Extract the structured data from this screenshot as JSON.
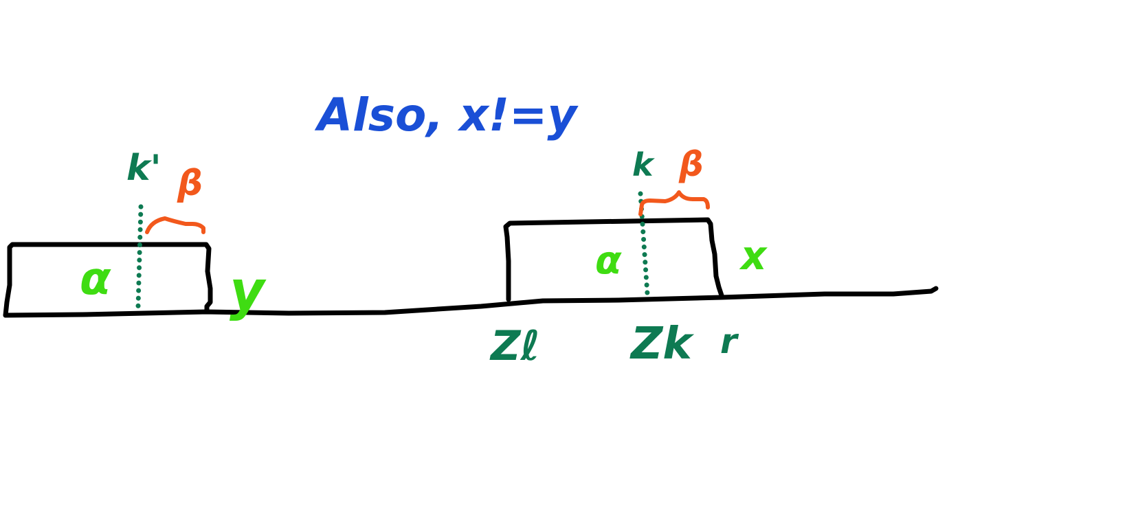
{
  "note": "Also, x!=y",
  "labels": {
    "left": {
      "k": "k'",
      "beta": "β",
      "alpha": "α",
      "y": "y"
    },
    "right": {
      "k": "k",
      "beta": "β",
      "alpha": "α",
      "x": "x",
      "z_l": "Zℓ",
      "z_k": "Zk",
      "r": "r"
    }
  },
  "colors": {
    "ink": "#000000",
    "note": "#1a4fd6",
    "label_green": "#0e7a52",
    "beta_orange": "#f2581c",
    "alpha_green": "#3fdc12"
  }
}
